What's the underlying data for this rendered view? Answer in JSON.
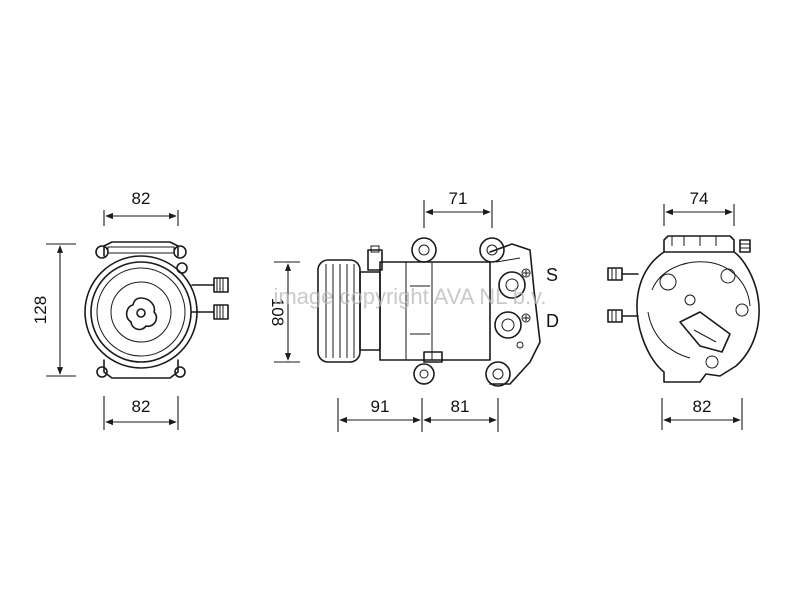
{
  "watermark": "image copyright AVA NL b.v.",
  "colors": {
    "line": "#1a1a1a",
    "watermark": "#b8b8b8",
    "background": "#ffffff"
  },
  "views": {
    "front": {
      "dim_top": "82",
      "dim_bottom": "82",
      "dim_height": "128"
    },
    "side": {
      "dim_top": "71",
      "dim_height": "108",
      "dim_bottom_left": "91",
      "dim_bottom_right": "81",
      "port_suction": "S",
      "port_discharge": "D"
    },
    "rear": {
      "dim_top": "74",
      "dim_bottom": "82"
    }
  }
}
